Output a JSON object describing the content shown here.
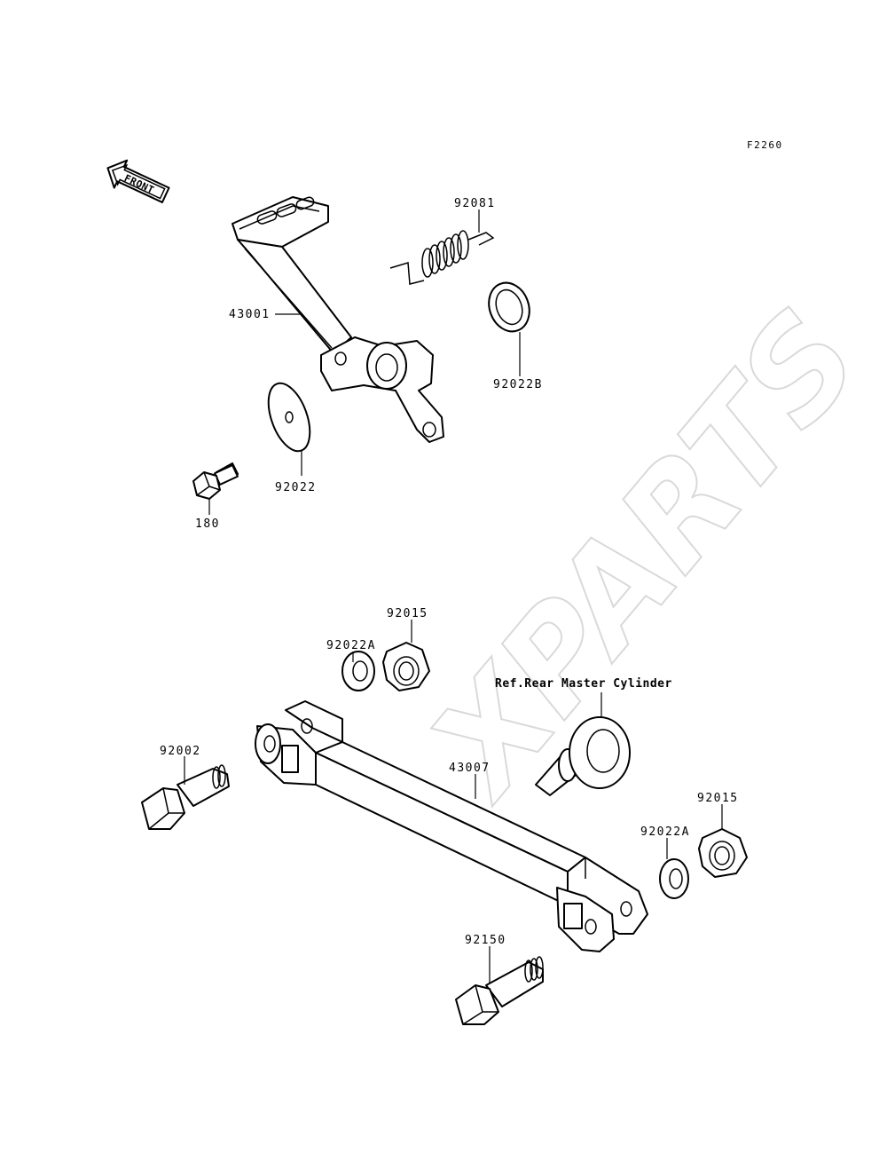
{
  "figure_code": "F2260",
  "front_label": "FRONT",
  "watermark": "XPARTS",
  "reference_note": "Ref.Rear Master Cylinder",
  "callouts": {
    "p43001": "43001",
    "p92081": "92081",
    "p92022B": "92022B",
    "p92022": "92022",
    "p180": "180",
    "p92015_top": "92015",
    "p92022A_top": "92022A",
    "p92002": "92002",
    "p43007": "43007",
    "p92015_right": "92015",
    "p92022A_right": "92022A",
    "p92150": "92150"
  }
}
